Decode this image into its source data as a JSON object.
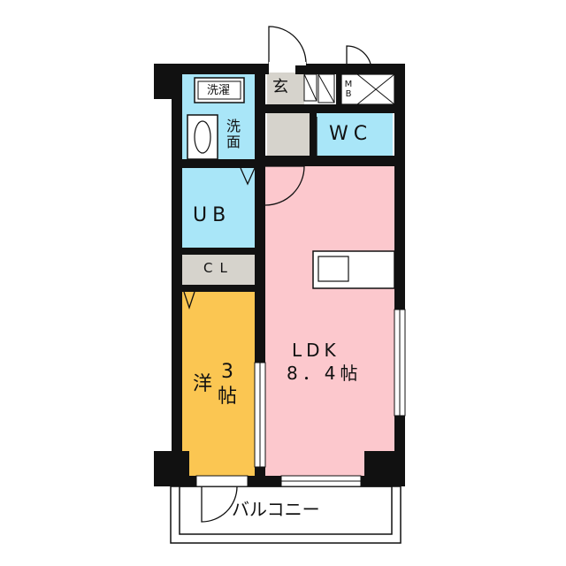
{
  "rooms": {
    "ldk": {
      "name": "LDK",
      "size": "8．4帖",
      "color": "#fcc8cd"
    },
    "western": {
      "name": "洋",
      "size_num": "3",
      "size_unit": "帖",
      "color": "#fbc652"
    },
    "unit_bath": {
      "name": "UB",
      "color": "#a9e6f8"
    },
    "washroom": {
      "name": "洗面",
      "color": "#a9e6f8"
    },
    "wc": {
      "name": "WC",
      "color": "#a9e6f8"
    },
    "closet": {
      "name": "CL",
      "color": "#d6d3cc"
    },
    "entrance": {
      "name": "玄",
      "color": "#d6d3cc"
    },
    "laundry": {
      "name": "洗濯"
    },
    "meter_box": {
      "name": "MB"
    },
    "balcony": {
      "name": "バルコニー"
    }
  },
  "colors": {
    "wall": "#111111",
    "floor_gray": "#d6d3cc"
  }
}
